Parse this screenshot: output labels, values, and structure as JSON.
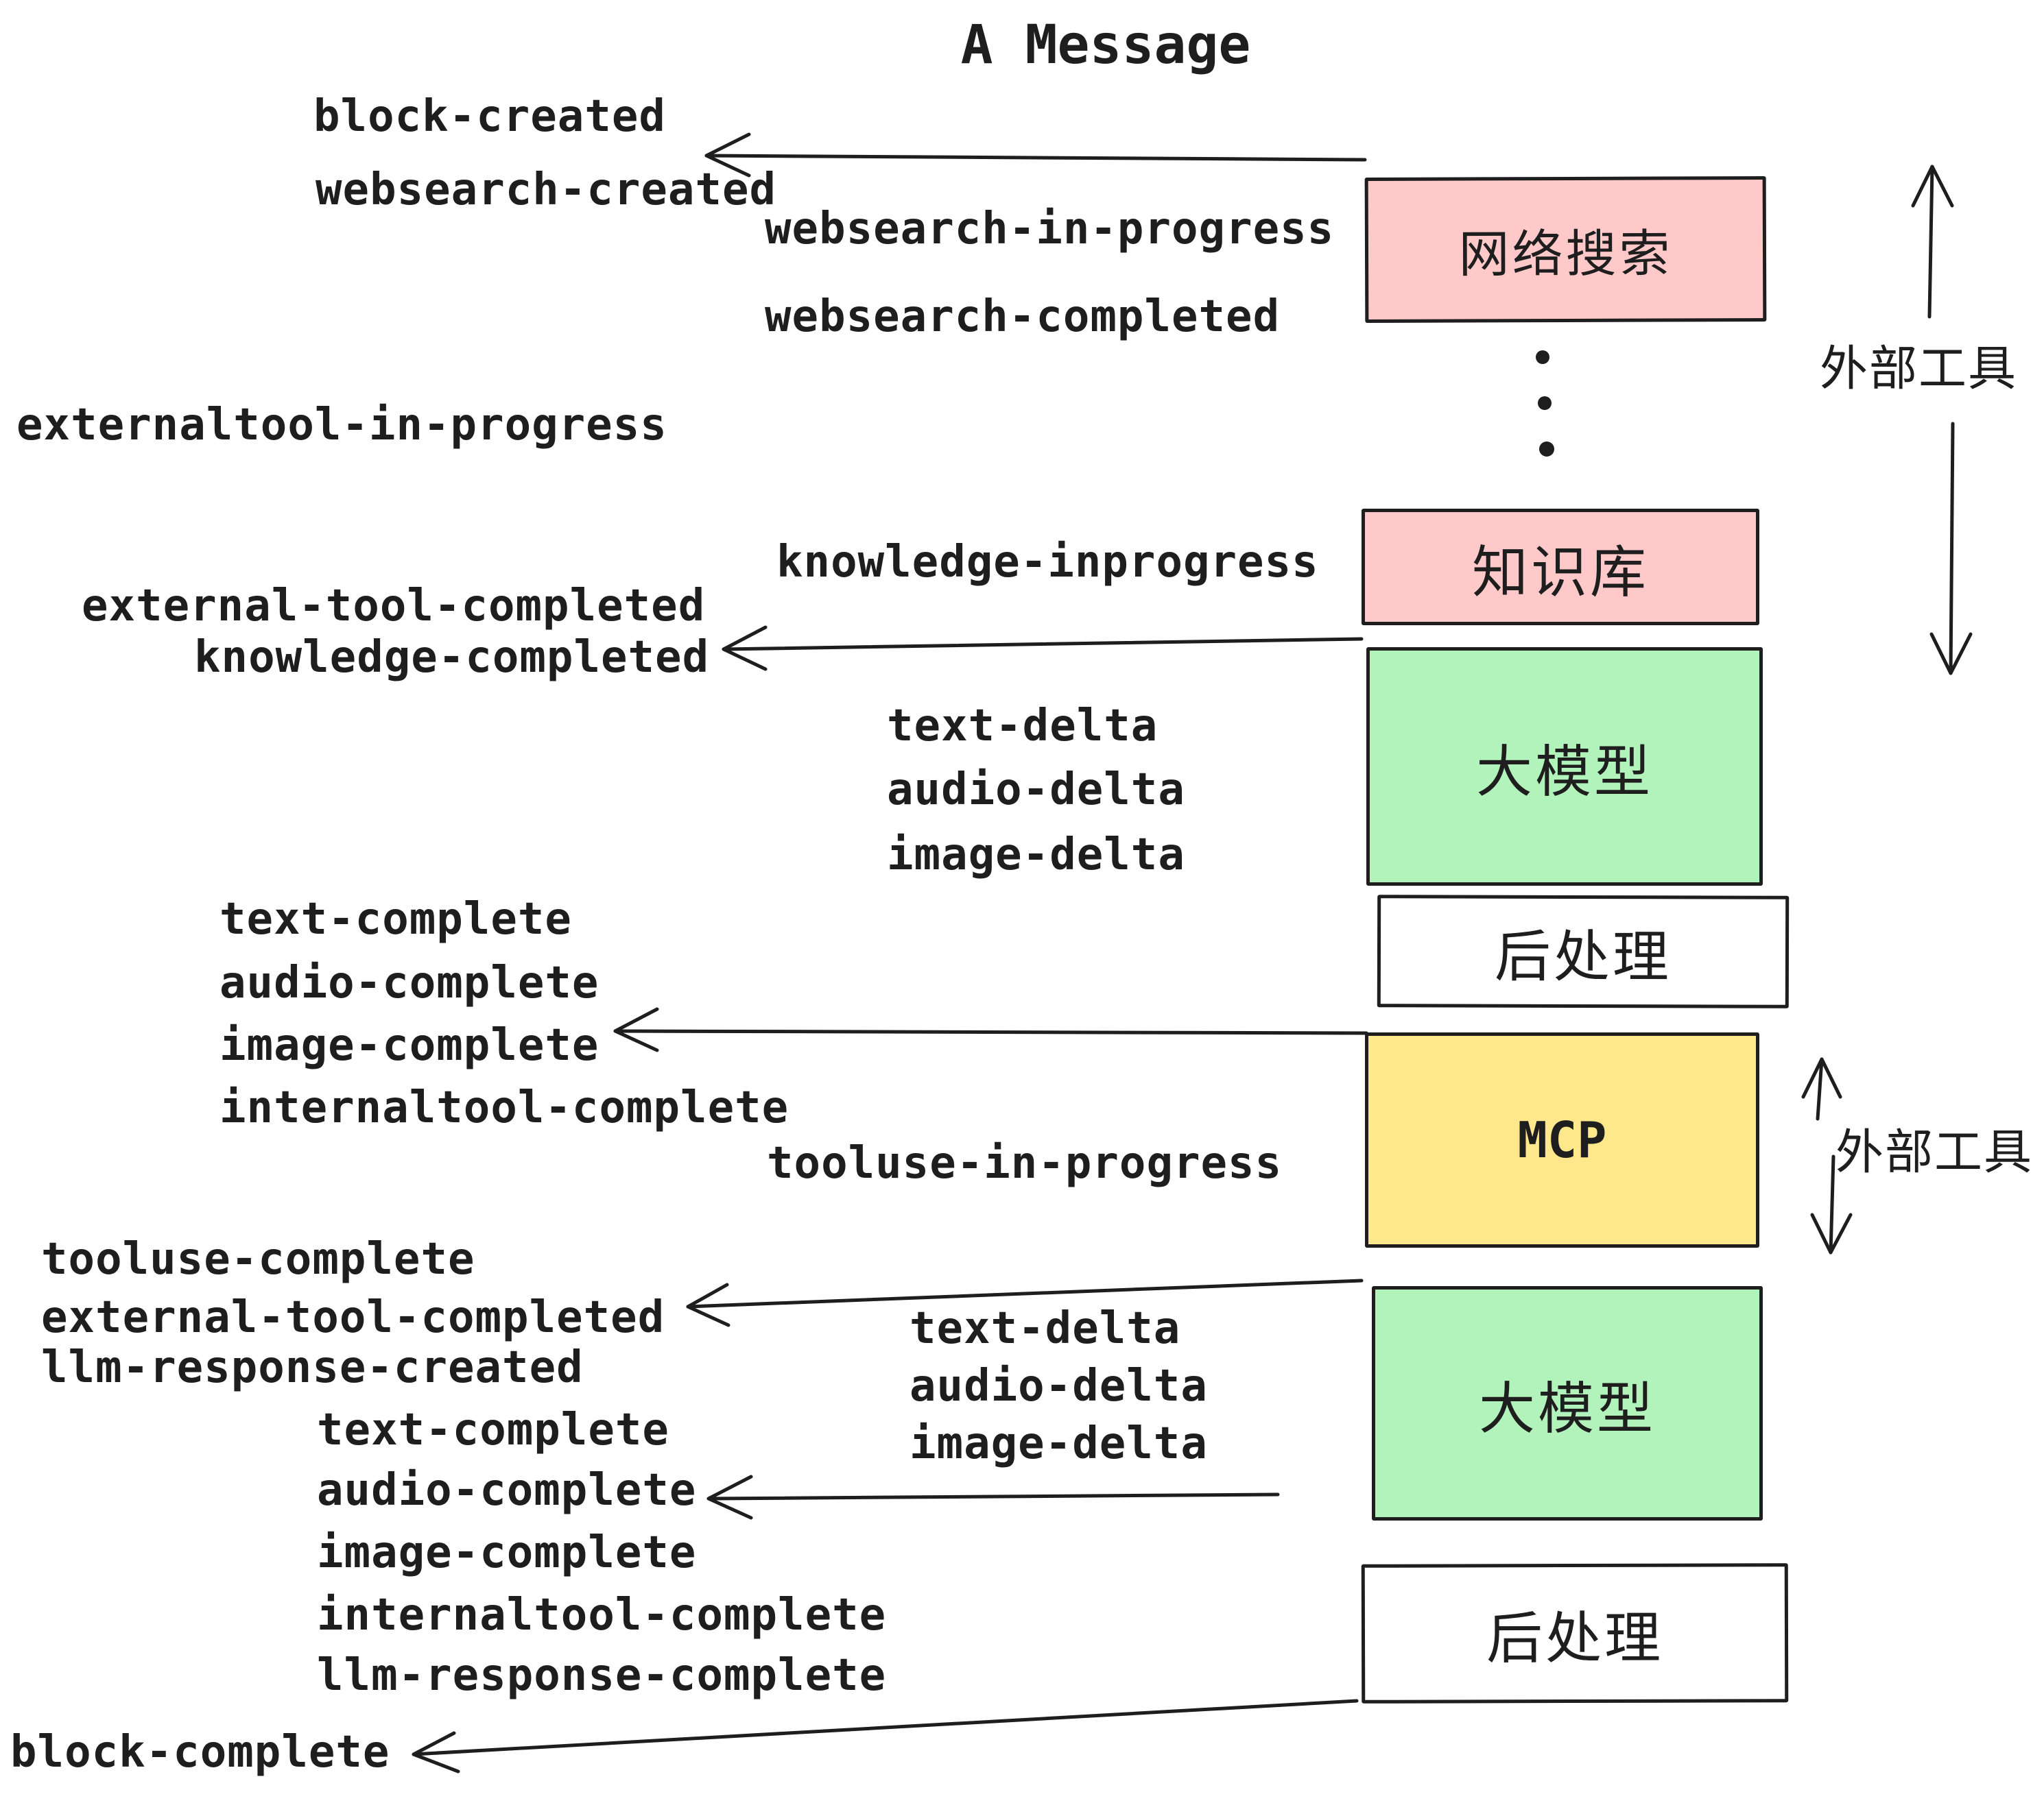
{
  "title": "A Message",
  "event_labels": [
    {
      "text": "block-created"
    },
    {
      "text": "websearch-created"
    },
    {
      "text": "websearch-in-progress"
    },
    {
      "text": "websearch-completed"
    },
    {
      "text": "externaltool-in-progress"
    },
    {
      "text": "knowledge-inprogress"
    },
    {
      "text": "external-tool-completed"
    },
    {
      "text": "knowledge-completed"
    },
    {
      "text": "text-delta"
    },
    {
      "text": "audio-delta"
    },
    {
      "text": "image-delta"
    },
    {
      "text": "text-complete"
    },
    {
      "text": "audio-complete"
    },
    {
      "text": "image-complete"
    },
    {
      "text": "internaltool-complete"
    },
    {
      "text": "tooluse-in-progress"
    },
    {
      "text": "tooluse-complete"
    },
    {
      "text": "external-tool-completed"
    },
    {
      "text": "llm-response-created"
    },
    {
      "text": "text-delta"
    },
    {
      "text": "audio-delta"
    },
    {
      "text": "image-delta"
    },
    {
      "text": "text-complete"
    },
    {
      "text": "audio-complete"
    },
    {
      "text": "image-complete"
    },
    {
      "text": "internaltool-complete"
    },
    {
      "text": "llm-response-complete"
    },
    {
      "text": "block-complete"
    }
  ],
  "boxes": [
    {
      "label": "网络搜索",
      "color": "#ffc9c9"
    },
    {
      "label": "知识库",
      "color": "#ffc9c9"
    },
    {
      "label": "大模型",
      "color": "#b2f2bb"
    },
    {
      "label": "后处理",
      "color": "#ffffff"
    },
    {
      "label": "MCP",
      "color": "#ffe78c"
    },
    {
      "label": "大模型",
      "color": "#b2f2bb"
    },
    {
      "label": "后处理",
      "color": "#ffffff"
    }
  ],
  "annotations": {
    "external_tools_top": "外部工具",
    "external_tools_bottom": "外部工具"
  },
  "colors": {
    "pink": "#ffc9c9",
    "green": "#b2f2bb",
    "yellow": "#ffe78c",
    "white_box": "#ffffff",
    "stroke_and_text": "#1e1e1e",
    "background": "#ffffff"
  }
}
